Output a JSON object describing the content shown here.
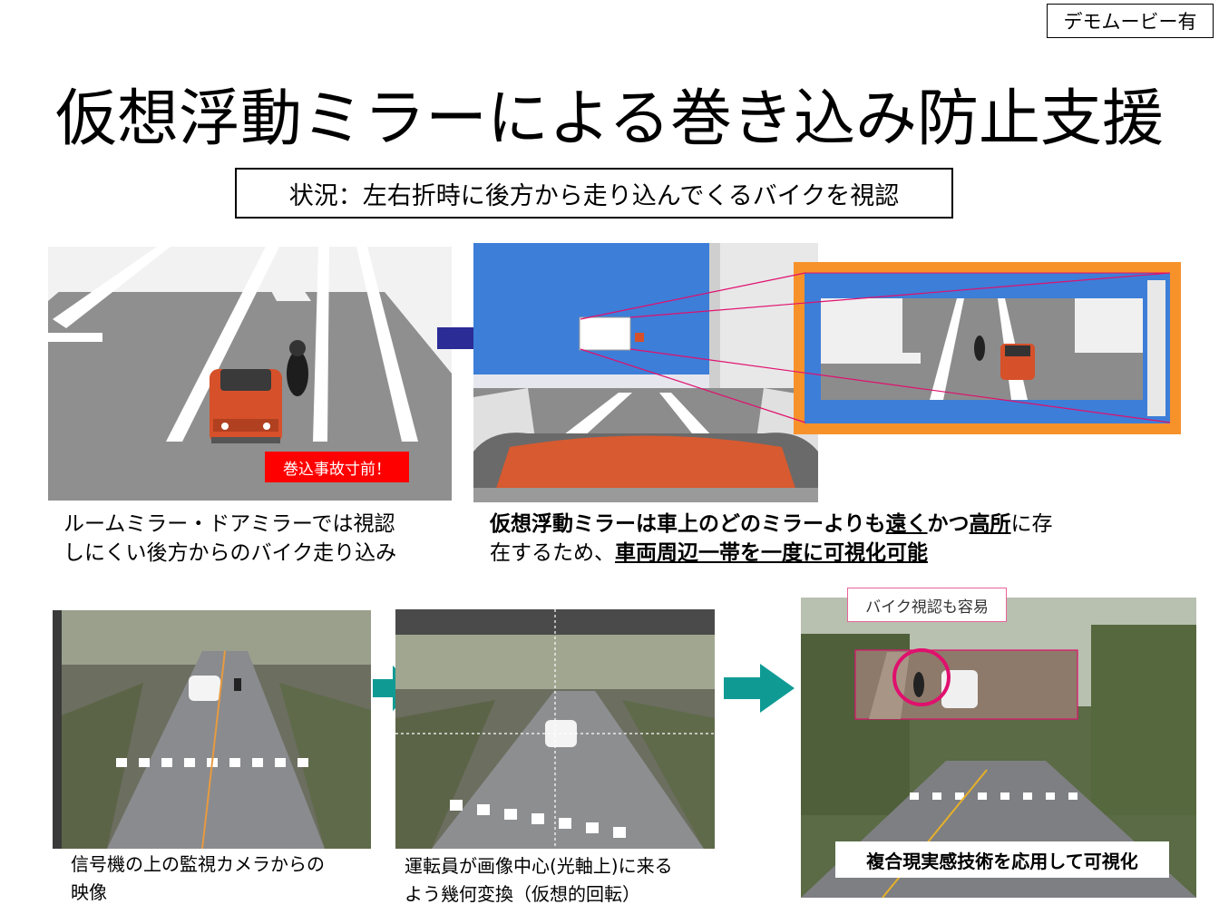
{
  "badge": "デモムービー有",
  "title": "仮想浮動ミラーによる巻き込み防止支援",
  "situation": "状況：左右折時に後方から走り込んでくるバイクを視認",
  "top_left": {
    "tag": "巻込事故寸前！",
    "caption_line1": "ルームミラー・ドアミラーでは視認",
    "caption_line2": "しにくい後方からのバイク走り込み"
  },
  "top_right": {
    "caption_a": "仮想浮動ミラーは車上のどのミラーよりも",
    "caption_b": "遠く",
    "caption_c": "かつ",
    "caption_d": "高所",
    "caption_e": "に存",
    "caption_f": "在するため、",
    "caption_g": "車両周辺一帯を一度に可視化可能"
  },
  "bottom_left": {
    "caption_line1": "信号機の上の監視カメラからの",
    "caption_line2": "映像"
  },
  "bottom_mid": {
    "caption_line1": "運転員が画像中心(光軸上)に来る",
    "caption_line2": "よう幾何変換（仮想的回転）"
  },
  "bottom_right": {
    "callout": "バイク視認も容易",
    "caption": "複合現実感技術を応用して可視化"
  },
  "colors": {
    "arrow_navy": "#2b2c96",
    "arrow_teal": "#0f9b94",
    "orange_frame": "#f7922b",
    "sky_blue": "#3d7ed8",
    "road_gray": "#8c8c8c",
    "pink": "#e0106e"
  }
}
